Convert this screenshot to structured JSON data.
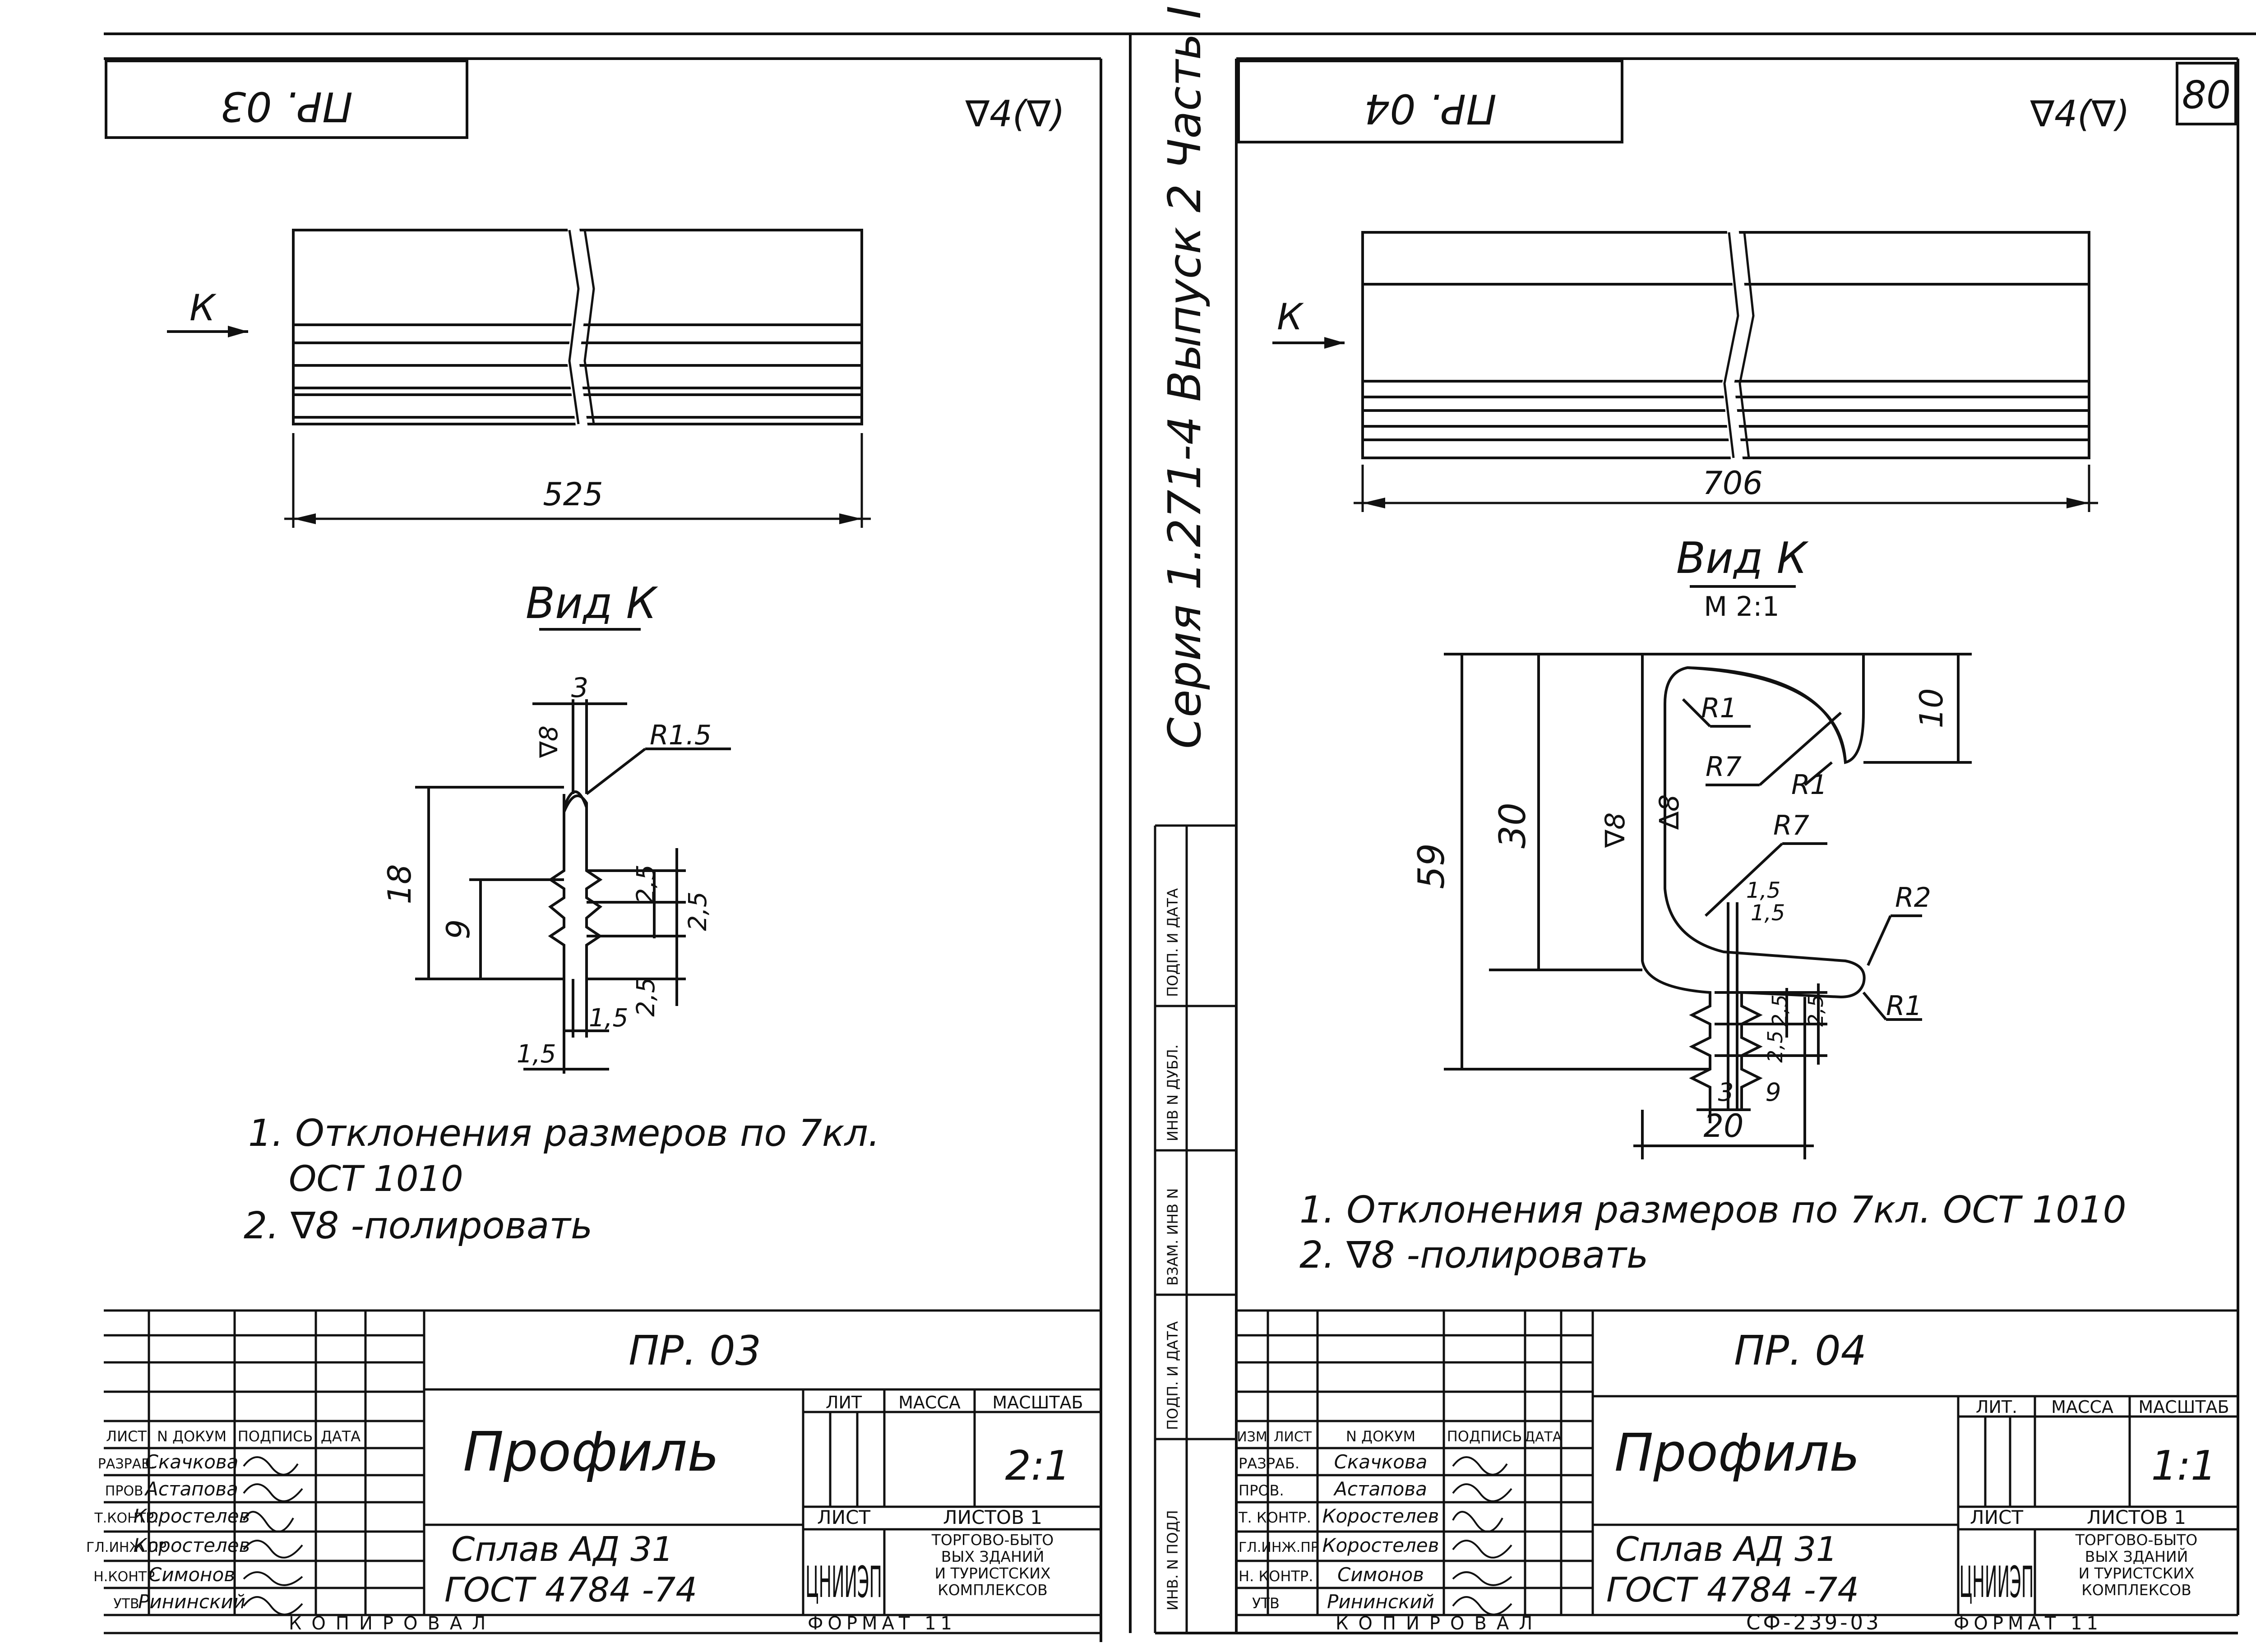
{
  "sheet_number": "80",
  "series_label": "Серия 1.271-4 Выпуск 2 Часть I",
  "format_left": "ФОРМАТ 11",
  "format_right": "ФОРМАТ 11",
  "kopiroval_left": "КОПИРОВАЛ",
  "kopiroval_right": "КОПИРОВАЛ",
  "doc_code": "СФ-239-03",
  "side_stamp": [
    "ИНВ. N ПОДЛ",
    "ПОДП. И ДАТА",
    "ВЗАМ. ИНВ N",
    "ИНВ N ДУБЛ.",
    "ПОДП. И ДАТА"
  ],
  "left": {
    "corner_code": "ПР. 03",
    "roughness": "∇4(∇)",
    "view_arrow": "К",
    "length_dim": "525",
    "view_title": "Вид К",
    "dims": {
      "width_top": "3",
      "radius": "R1.5",
      "h18": "18",
      "h9": "9",
      "rough8": "∇8",
      "d25a": "2,5",
      "d25b": "2,5",
      "d25c": "2,5",
      "d15a": "1,5",
      "d15b": "1,5"
    },
    "notes": [
      "1. Отклонения размеров по 7кл.",
      "ОСТ 1010",
      "2. ∇8 -полировать"
    ],
    "title_block": {
      "code": "ПР. 03",
      "name": "Профиль",
      "material_1": "Сплав АД 31",
      "material_2": "ГОСТ 4784 -74",
      "scale": "2:1",
      "hdr_lit": "ЛИТ",
      "hdr_mass": "МАССА",
      "hdr_scale": "МАСШТАБ",
      "sheet": "ЛИСТ",
      "sheets": "ЛИСТОВ 1",
      "org_logo": "ЦНИИЭП",
      "org_text": [
        "ТОРГОВО-БЫТО",
        "ВЫХ ЗДАНИЙ",
        "И ТУРИСТСКИХ",
        "КОМПЛЕКСОВ"
      ],
      "header": [
        "ЛИСТ",
        "N ДОКУМ",
        "ПОДПИСЬ",
        "ДАТА"
      ],
      "roles": [
        "РАЗРАБ.",
        "ПРОВ.",
        "Т.КОНТР.",
        "ГЛ.ИНЖ.ПР",
        "Н.КОНТР.",
        "УТВ"
      ],
      "names": [
        "Скачкова",
        "Астапова",
        "Коростелев",
        "Коростелев",
        "Симонов",
        "Рининский"
      ]
    }
  },
  "right": {
    "corner_code": "ПР. 04",
    "roughness": "∇4(∇)",
    "view_arrow": "К",
    "length_dim": "706",
    "view_title": "Вид К",
    "view_scale": "М 2:1",
    "dims": {
      "d59": "59",
      "d30": "30",
      "d10": "10",
      "d20": "20",
      "d3": "3",
      "d9": "9",
      "R1a": "R1",
      "R7a": "R7",
      "R1b": "R1",
      "R7b": "R7",
      "R2": "R2",
      "R1c": "R1",
      "rough8": "∇8",
      "rough8b": "∆8",
      "d15": "1,5",
      "d15b": "1,5",
      "d25a": "2,5",
      "d25b": "2,5",
      "d25c": "2,5"
    },
    "notes": [
      "1. Отклонения размеров по 7кл. ОСТ 1010",
      "2. ∇8 -полировать"
    ],
    "title_block": {
      "code": "ПР. 04",
      "name": "Профиль",
      "material_1": "Сплав АД 31",
      "material_2": "ГОСТ 4784 -74",
      "scale": "1:1",
      "hdr_lit": "ЛИТ.",
      "hdr_mass": "МАССА",
      "hdr_scale": "МАСШТАБ",
      "sheet": "ЛИСТ",
      "sheets": "ЛИСТОВ 1",
      "org_logo": "ЦНИИЭП",
      "org_text": [
        "ТОРГОВО-БЫТО",
        "ВЫХ ЗДАНИЙ",
        "И ТУРИСТСКИХ",
        "КОМПЛЕКСОВ"
      ],
      "header": [
        "ИЗМ",
        "ЛИСТ",
        "N ДОКУМ",
        "ПОДПИСЬ",
        "ДАТА"
      ],
      "roles": [
        "РАЗРАБ.",
        "ПРОВ.",
        "Т. КОНТР.",
        "ГЛ.ИНЖ.ПР",
        "Н. КОНТР.",
        "УТВ"
      ],
      "names": [
        "Скачкова",
        "Астапова",
        "Коростелев",
        "Коростелев",
        "Симонов",
        "Рининский"
      ]
    }
  }
}
